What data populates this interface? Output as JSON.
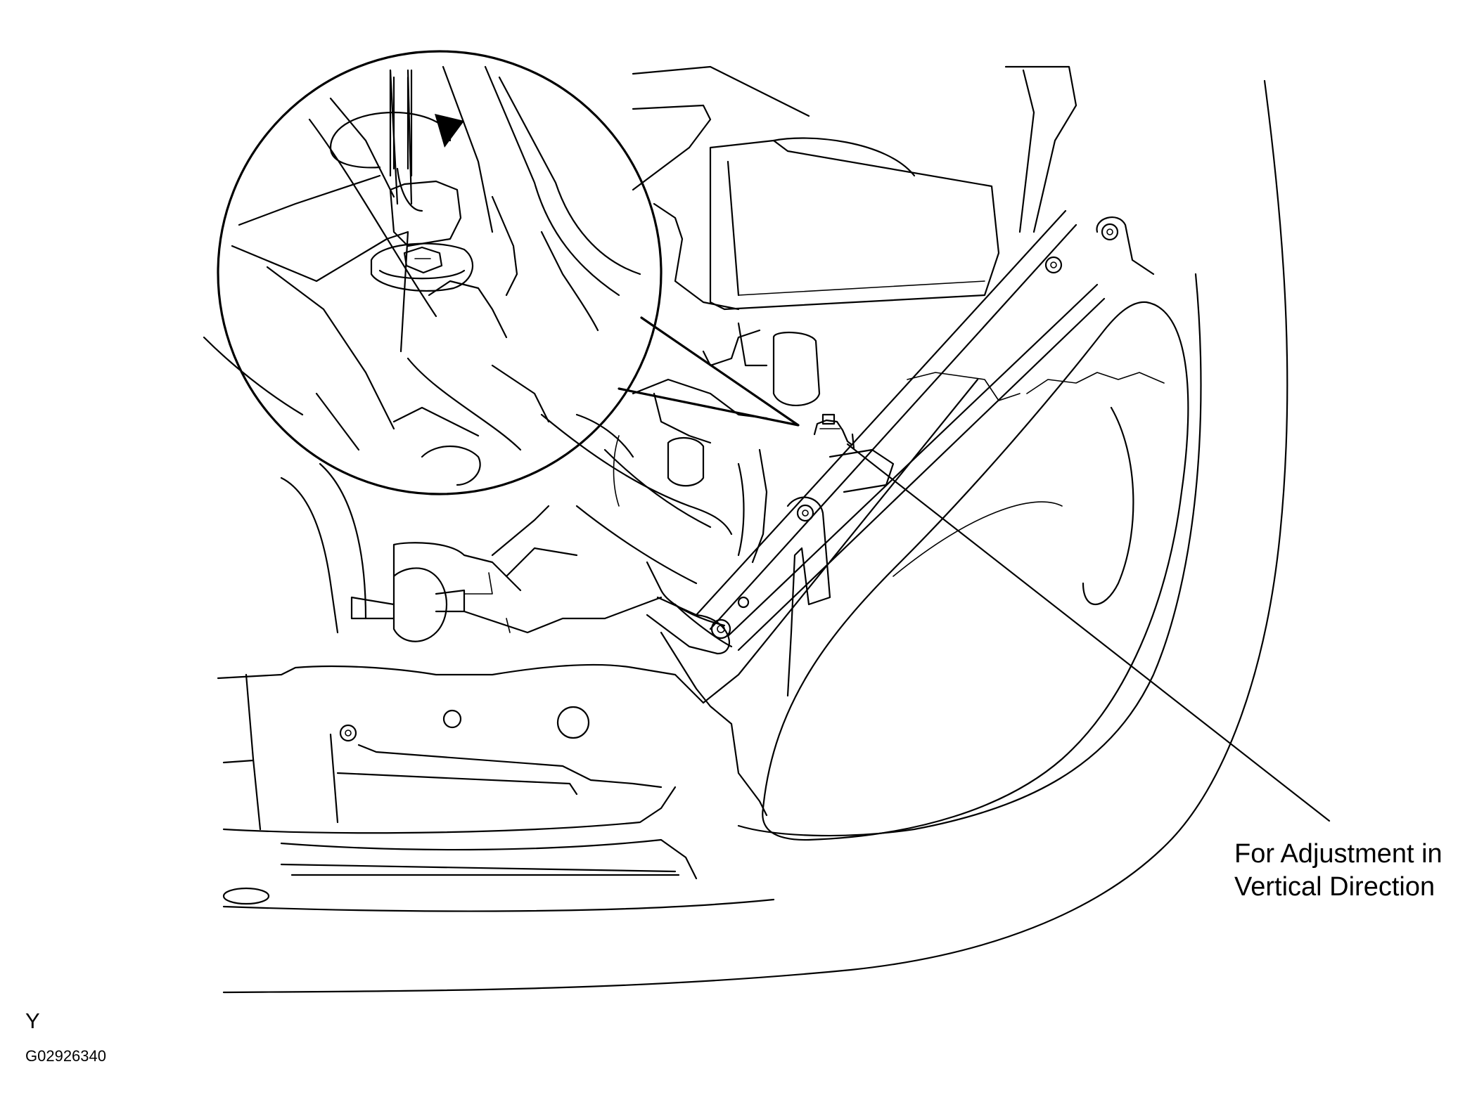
{
  "figure": {
    "callout_line1": "For Adjustment in",
    "callout_line2": "Vertical Direction",
    "view_letter": "Y",
    "figure_id": "G02926340"
  },
  "icons": {
    "rotation": "rotate-arrow-icon",
    "adjuster": "adjusting-screw-icon"
  }
}
